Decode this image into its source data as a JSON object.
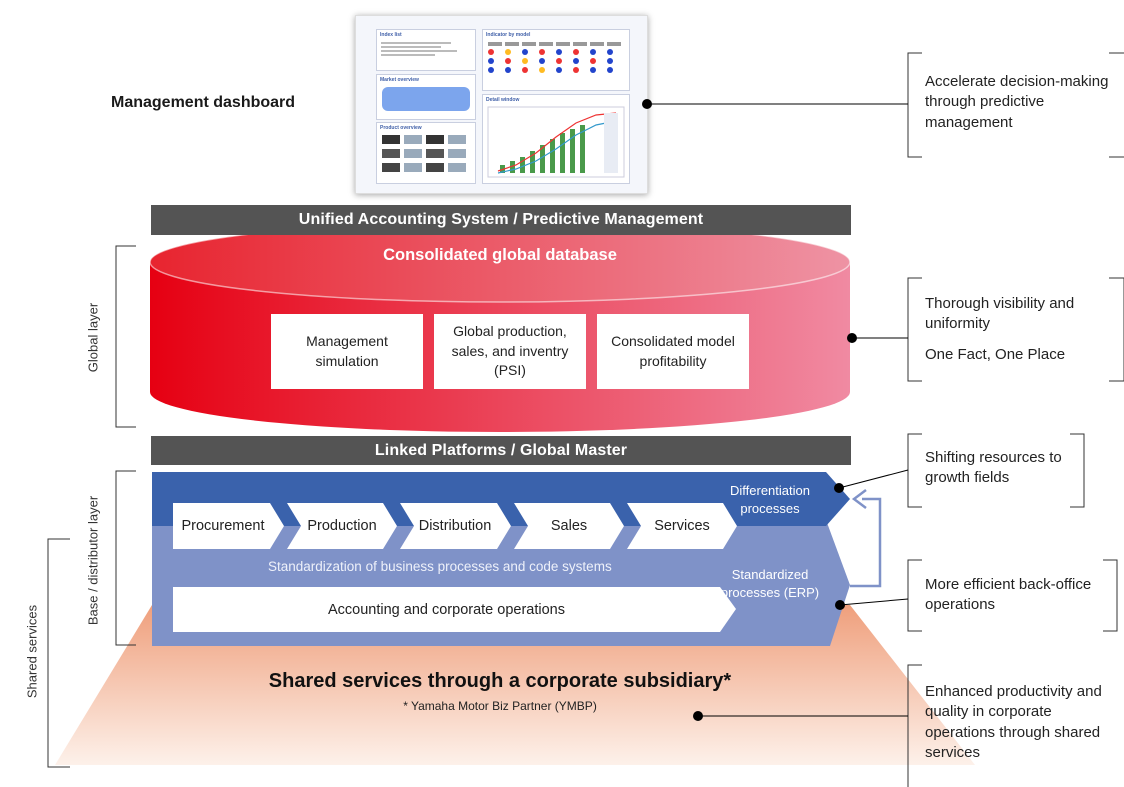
{
  "dashboard": {
    "label": "Management dashboard",
    "thumbnail": {
      "panel_index": "Index list",
      "panel_indicator": "Indicator by model",
      "panel_market": "Market overview",
      "panel_product": "Product overview",
      "panel_detail": "Detail window"
    }
  },
  "layers": {
    "unified_bar": "Unified Accounting System / Predictive Management",
    "database_title": "Consolidated global database",
    "boxes": [
      "Management simulation",
      "Global production, sales, and inventry (PSI)",
      "Consolidated model profitability"
    ],
    "linked_bar": "Linked Platforms / Global Master",
    "differentiation": "Differentiation processes",
    "processes": [
      "Procurement",
      "Production",
      "Distribution",
      "Sales",
      "Services"
    ],
    "standardization_text": "Standardization of business processes and code systems",
    "standardized": "Standardized processes (ERP)",
    "accounting": "Accounting and corporate operations",
    "shared_title": "Shared services through a corporate subsidiary*",
    "shared_note": "* Yamaha Motor Biz Partner (YMBP)"
  },
  "side_labels": {
    "global": "Global layer",
    "base": "Base / distributor layer",
    "shared": "Shared services"
  },
  "notes": {
    "decision": "Accelerate decision-making through predictive management",
    "visibility_1": "Thorough visibility and uniformity",
    "visibility_2": "One Fact, One Place",
    "shifting": "Shifting resources to growth fields",
    "backoffice": "More efficient back-office operations",
    "productivity": "Enhanced productivity and quality in corporate operations through shared services"
  },
  "colors": {
    "db_red": "#e60012",
    "db_pink": "#f08aa2",
    "diff_blue": "#3a62ac",
    "std_blue": "#7f92c8",
    "shared_peach": "#f3c2ad",
    "bar_gray": "#545454"
  }
}
